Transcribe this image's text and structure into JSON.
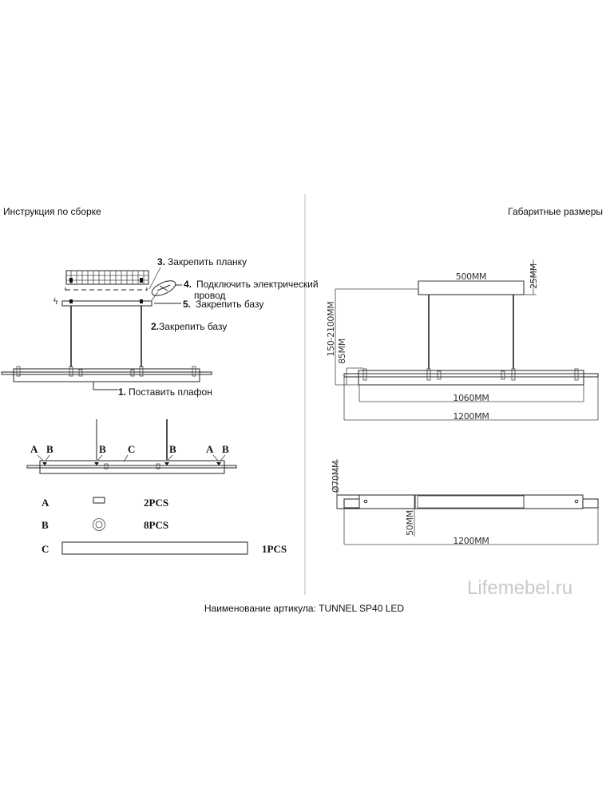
{
  "left_section": {
    "title": "Инструкция по сборке",
    "steps": [
      {
        "num": "1.",
        "label": "Поставить плафон"
      },
      {
        "num": "2.",
        "label": "Закрепить базу"
      },
      {
        "num": "3.",
        "label": "Закрепить планку"
      },
      {
        "num": "4.",
        "label": "Подключить электрический",
        "label_line2": "провод"
      },
      {
        "num": "5.",
        "label": "Закрепить базу"
      }
    ],
    "part_markers": [
      "A",
      "B",
      "B",
      "C",
      "B",
      "A",
      "B"
    ],
    "parts": [
      {
        "code": "A",
        "qty": "2PCS",
        "icon": "rectangle-plate-icon"
      },
      {
        "code": "B",
        "qty": "8PCS",
        "icon": "ring-washer-icon"
      },
      {
        "code": "C",
        "qty": "1PCS",
        "icon": "lamp-body-icon"
      }
    ]
  },
  "right_section": {
    "title": "Габаритные размеры",
    "dimensions": {
      "canopy_length": "500MM",
      "canopy_height": "25MM",
      "suspension": "150-2100MM",
      "body_height": "85MM",
      "diffuser_length": "1060MM",
      "total_length": "1200MM",
      "diameter": "Ø70MM",
      "width": "50MM",
      "total_length_bottom": "1200MM"
    }
  },
  "watermark": "Lifemebel.ru",
  "footer": "Наименование артикула: TUNNEL SP40 LED"
}
